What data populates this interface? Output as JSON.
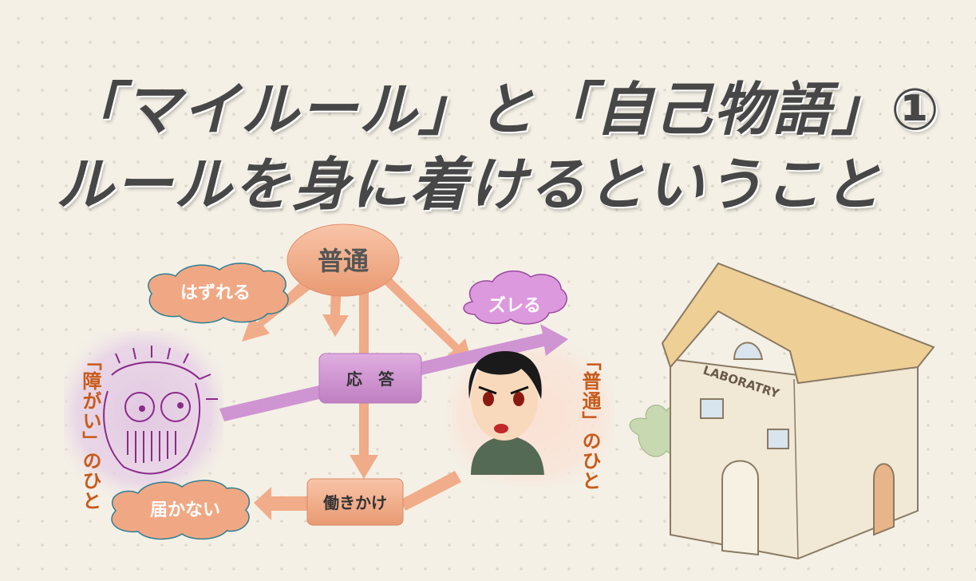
{
  "title": {
    "line1": "「マイルール」と「自己物語」①",
    "line2": "ルールを身に着けるということ"
  },
  "diagram": {
    "center_node": "普通",
    "deviate_cloud": "はずれる",
    "shift_cloud": "ズレる",
    "response_box": "応　答",
    "approach_box": "働きかけ",
    "unreached_cloud": "届かない",
    "left_person_label": "「障がい」のひと",
    "right_person_label": "「普通」のひと"
  },
  "illustration": {
    "building_sign": "LABORATRY"
  },
  "colors": {
    "salmon": "#f0a884",
    "purple": "#cf94d2",
    "label_orange": "#c85a1a",
    "title_gray": "#474747"
  }
}
